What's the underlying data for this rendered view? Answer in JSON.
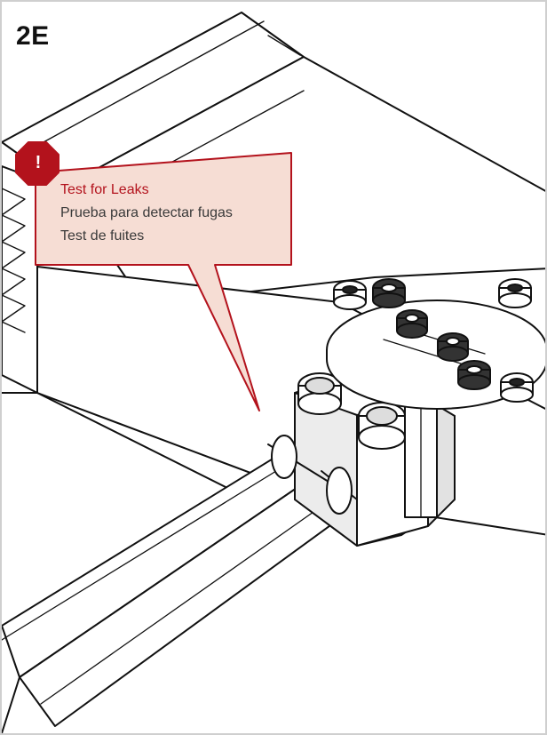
{
  "step": {
    "label": "2E"
  },
  "callout": {
    "icon": "warning-hexagon-icon",
    "icon_symbol": "!",
    "accent_color": "#b3121c",
    "background_color": "#f6ddd4",
    "title": "Test for Leaks",
    "lines": [
      "Prueba para detectar fugas",
      "Test de fuites"
    ]
  },
  "illustration": {
    "components": [
      "table-frame-rail",
      "tube-pair",
      "manifold-block",
      "hex-caps",
      "round-plate",
      "socket-head-screws"
    ]
  }
}
